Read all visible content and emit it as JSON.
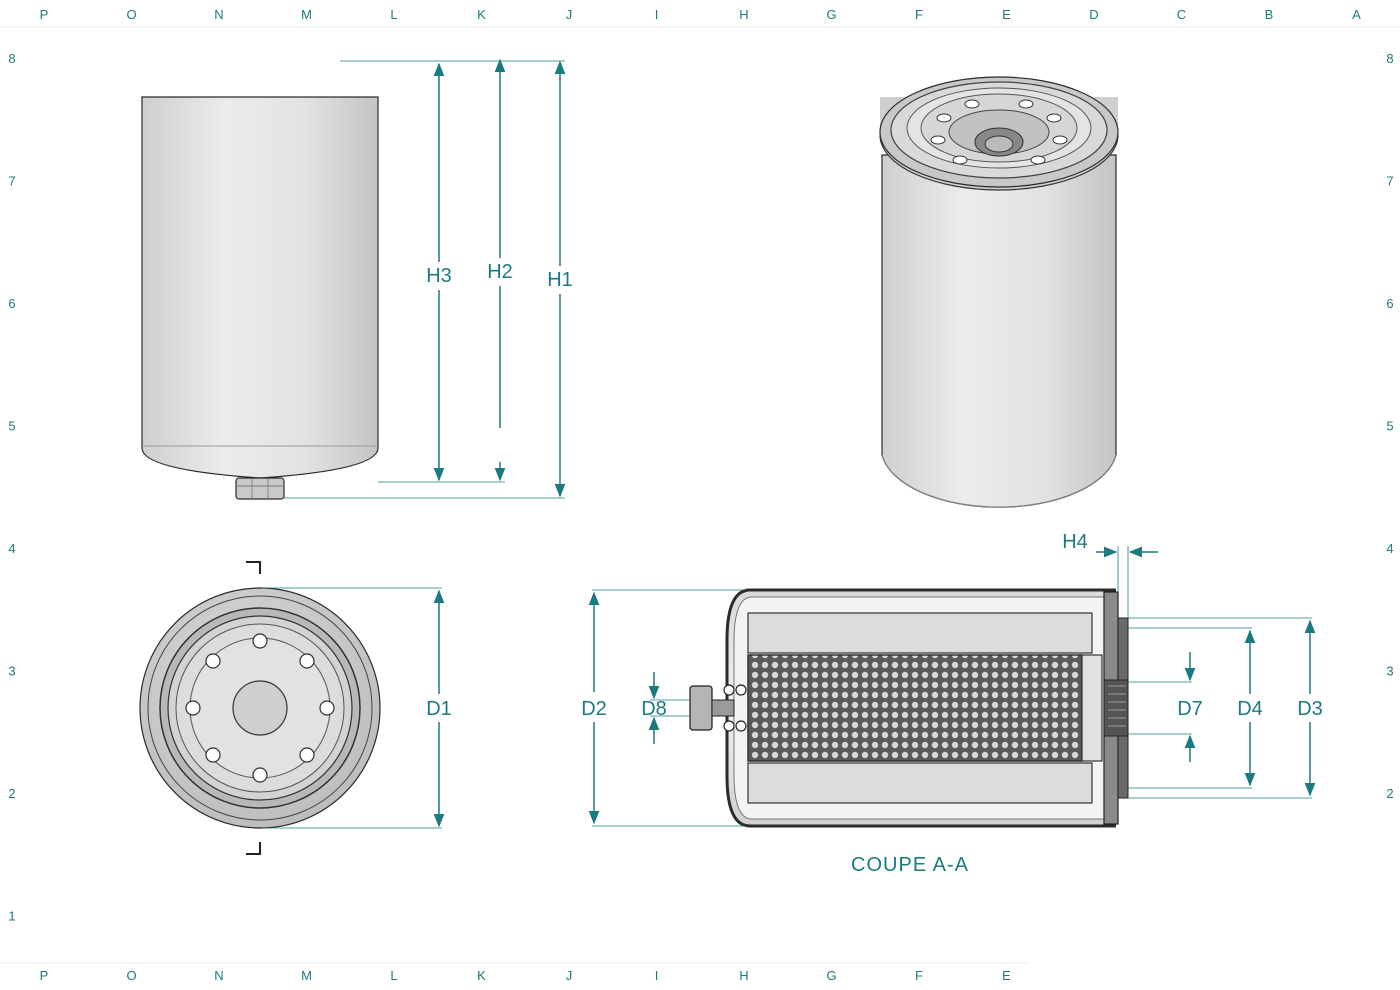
{
  "zones": {
    "columns_top": [
      "P",
      "O",
      "N",
      "M",
      "L",
      "K",
      "J",
      "I",
      "H",
      "G",
      "F",
      "E",
      "D",
      "C",
      "B",
      "A"
    ],
    "columns_bottom": [
      "P",
      "O",
      "N",
      "M",
      "L",
      "K",
      "J",
      "I",
      "H",
      "G",
      "F",
      "E"
    ],
    "rows": [
      "8",
      "7",
      "6",
      "5",
      "4",
      "3",
      "2",
      "1"
    ]
  },
  "dimensions": {
    "h1": "H1",
    "h2": "H2",
    "h3": "H3",
    "h4": "H4",
    "d1": "D1",
    "d2": "D2",
    "d3": "D3",
    "d4": "D4",
    "d7": "D7",
    "d8": "D8"
  },
  "section_title": "COUPE A-A",
  "colors": {
    "dimension": "#1a7a80",
    "body": "#e6e6e6",
    "outline": "#2a2a2a"
  }
}
